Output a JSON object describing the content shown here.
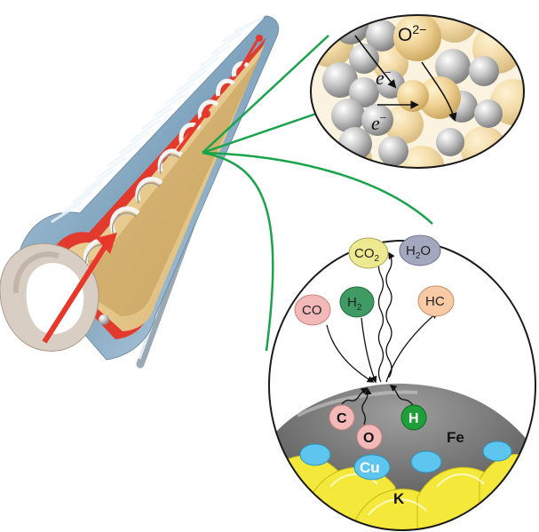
{
  "zoom_top": {
    "ion": "O",
    "ion_charge": "2−",
    "electron_1": "e",
    "electron_1_charge": "−",
    "electron_2": "e",
    "electron_2_charge": "−"
  },
  "zoom_bottom": {
    "gas_products": [
      {
        "base": "CO",
        "sub": "2"
      },
      {
        "base": "H",
        "sub": "2",
        "tail": "O"
      }
    ],
    "reactants": [
      {
        "label": "CO"
      },
      {
        "base": "H",
        "sub": "2"
      },
      {
        "label": "HC"
      }
    ],
    "surface_atoms": {
      "c": "C",
      "o": "O",
      "h": "H"
    },
    "metals": {
      "fe": "Fe",
      "cu": "Cu",
      "k": "K"
    }
  },
  "colors": {
    "connector": "#19a34a",
    "arrow": "#e8382b",
    "gold": "#e9c98a",
    "co_fill": "#f3b9b8",
    "h2_fill": "#3f9a63",
    "co2_fill": "#ede990",
    "h2o_fill": "#a4a8be",
    "hc_fill": "#f8caa6",
    "k_fill": "#f4e93a",
    "cu_fill": "#5ec6ee",
    "fe_fill": "#7b7b7b"
  }
}
